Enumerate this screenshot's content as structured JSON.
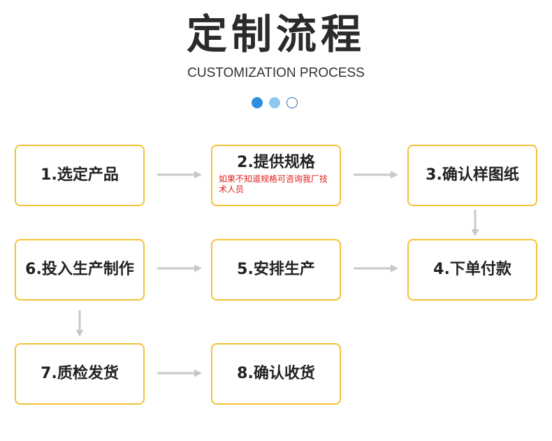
{
  "header": {
    "title": "定制流程",
    "subtitle": "CUSTOMIZATION PROCESS"
  },
  "colors": {
    "box_border": "#f3c237",
    "arrow": "#c8c8c8",
    "note_red": "#e0201c",
    "dot_active": "#2e8ee0",
    "dot_light": "#8ec7f0",
    "dot_outline": "#2e6ea6"
  },
  "steps": [
    {
      "label": "1.选定产品"
    },
    {
      "label": "2.提供规格",
      "note": "如果不知道规格可咨询我厂技术人员"
    },
    {
      "label": "3.确认样图纸"
    },
    {
      "label": "4.下单付款"
    },
    {
      "label": "5.安排生产"
    },
    {
      "label": "6.投入生产制作"
    },
    {
      "label": "7.质检发货"
    },
    {
      "label": "8.确认收货"
    }
  ]
}
